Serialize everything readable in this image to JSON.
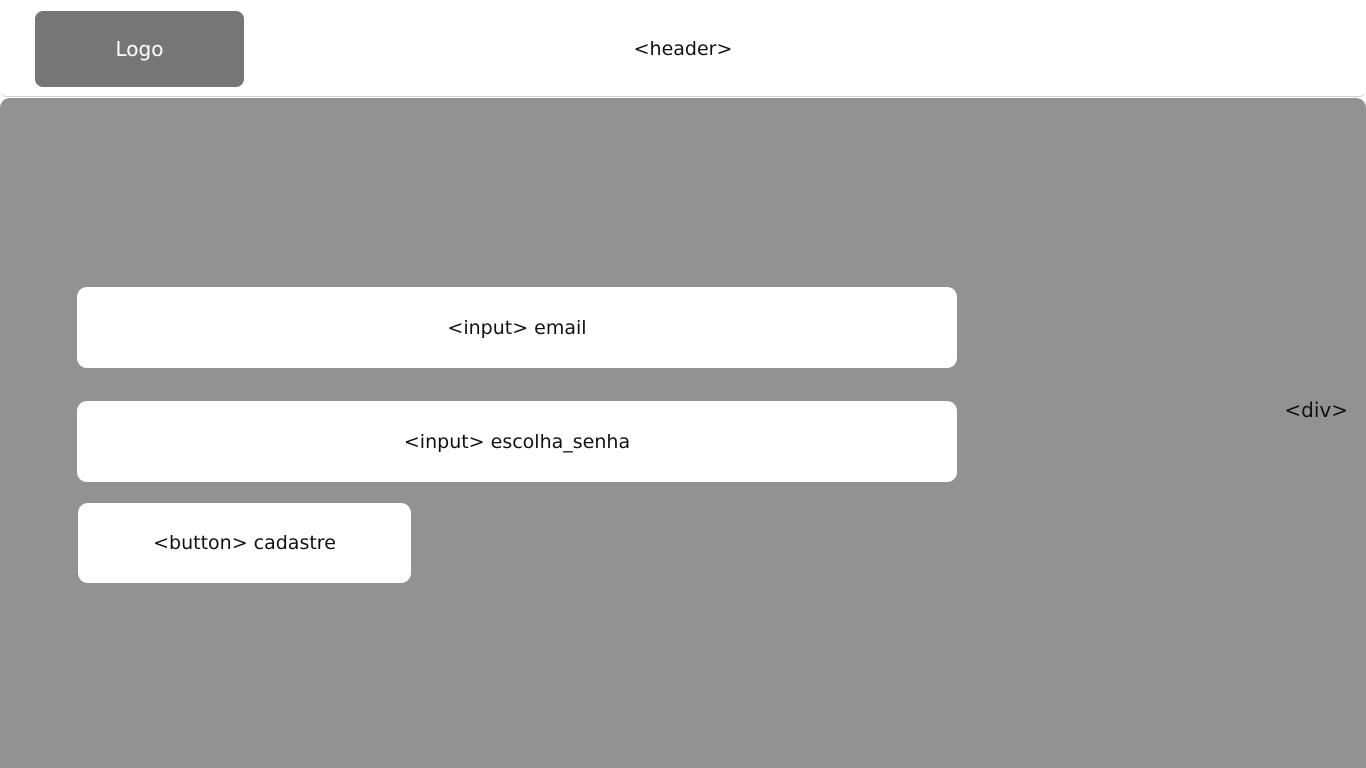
{
  "header": {
    "logo_text": "Logo",
    "label": "<header>"
  },
  "main": {
    "label": "<div>",
    "email_input": {
      "text": "<input> email"
    },
    "senha_input": {
      "text": "<input> escolha_senha"
    },
    "cadastre_button": {
      "text": "<button> cadastre"
    }
  },
  "colors": {
    "background": "#929292",
    "header_bg": "#ffffff",
    "logo_bg": "#767676",
    "field_bg": "#ffffff"
  }
}
